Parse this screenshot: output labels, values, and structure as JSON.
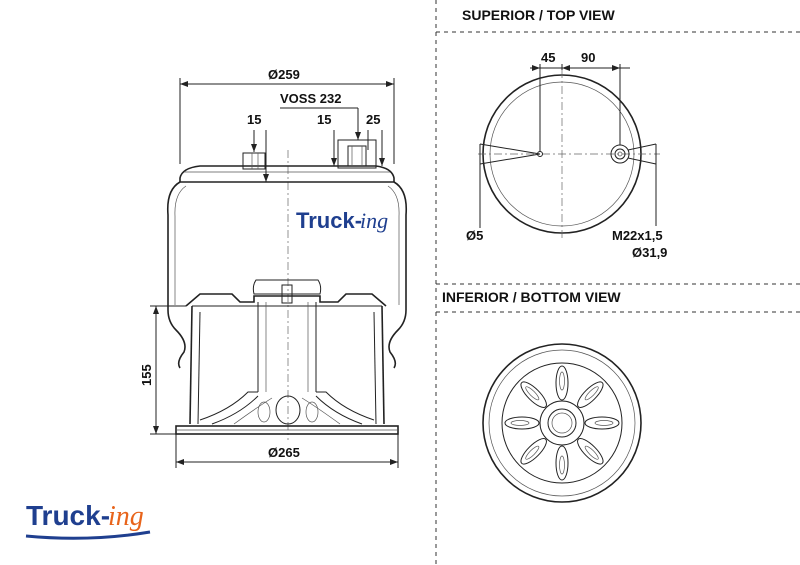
{
  "views": {
    "top_title": "SUPERIOR / TOP VIEW",
    "bottom_title": "INFERIOR / BOTTOM VIEW"
  },
  "side_view": {
    "dims": {
      "top_diameter": "Ø259",
      "connector": "VOSS 232",
      "offset_left": "15",
      "offset_mid": "15",
      "offset_right": "25",
      "height": "155",
      "base_diameter": "Ø265"
    },
    "watermark": {
      "main": "Truck-",
      "script": "ing"
    }
  },
  "top_view": {
    "dims": {
      "offset_a": "45",
      "offset_b": "90",
      "hole": "Ø5",
      "thread": "M22x1,5",
      "port_diameter": "Ø31,9"
    }
  },
  "logo": {
    "main": "Truck-",
    "script": "ing"
  },
  "colors": {
    "line": "#222222",
    "logo_blue": "#1f3f8f",
    "logo_orange": "#e8641b",
    "watermark_blue": "#1f3f8f"
  }
}
